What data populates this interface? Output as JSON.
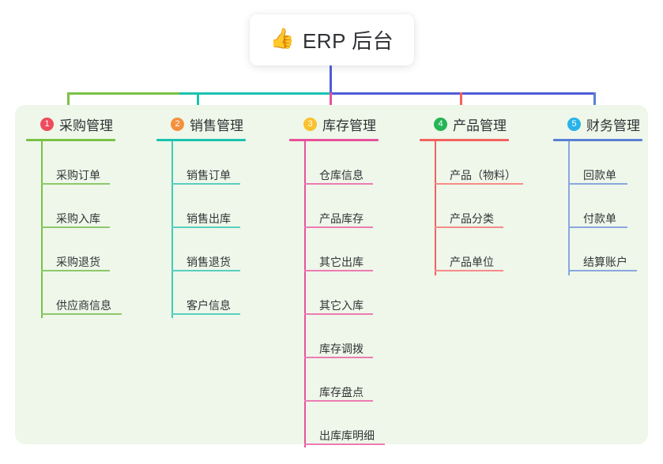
{
  "root": {
    "icon": "thumbs-up-icon",
    "icon_glyph": "👍",
    "title": "ERP 后台"
  },
  "colors": {
    "panel_bg": "#eef7e9",
    "card_bg": "#ffffff",
    "root_line": "#4f5bd5",
    "column_1": "#7ac143",
    "column_2": "#1bc2b0",
    "column_3": "#e8519b",
    "column_4": "#f4615f",
    "column_5": "#5b7fd4",
    "badge_1": "#ef4b5e",
    "badge_2": "#f5913e",
    "badge_3": "#f9c22e",
    "badge_4": "#25b456",
    "badge_5": "#29b3e8",
    "title_text": "#2f3135",
    "leaf_text": "#333438"
  },
  "columns": [
    {
      "index": "1",
      "badge": "1",
      "title": "采购管理",
      "items": [
        "采购订单",
        "采购入库",
        "采购退货",
        "供应商信息"
      ]
    },
    {
      "index": "2",
      "badge": "2",
      "title": "销售管理",
      "items": [
        "销售订单",
        "销售出库",
        "销售退货",
        "客户信息"
      ]
    },
    {
      "index": "3",
      "badge": "3",
      "title": "库存管理",
      "items": [
        "仓库信息",
        "产品库存",
        "其它出库",
        "其它入库",
        "库存调拨",
        "库存盘点",
        "出库库明细"
      ]
    },
    {
      "index": "4",
      "badge": "4",
      "title": "产品管理",
      "items": [
        "产品（物料）",
        "产品分类",
        "产品单位"
      ]
    },
    {
      "index": "5",
      "badge": "5",
      "title": "财务管理",
      "items": [
        "回款单",
        "付款单",
        "结算账户"
      ]
    }
  ]
}
